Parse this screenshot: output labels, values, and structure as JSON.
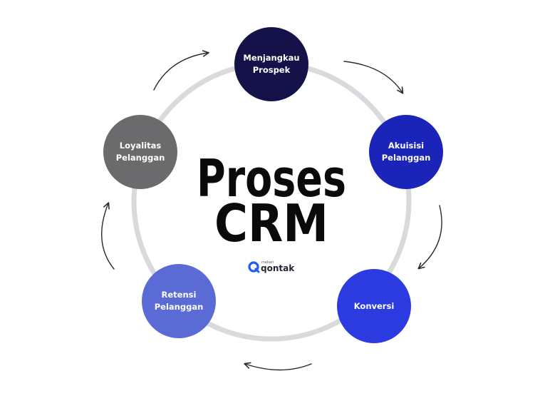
{
  "title": {
    "line1": "Proses",
    "line2": "CRM"
  },
  "brand": {
    "small": "mekari",
    "main": "qontak",
    "icon": "qontak-logo-icon",
    "color": "#1e5ff2"
  },
  "ring_color": "#d9d9de",
  "arrow_color": "#2a2a2a",
  "stages": [
    {
      "id": "menjangkau-prospek",
      "line1": "Menjangkau",
      "line2": "Prospek",
      "color": "#15124a"
    },
    {
      "id": "akuisisi-pelanggan",
      "line1": "Akuisisi",
      "line2": "Pelanggan",
      "color": "#1a24b8"
    },
    {
      "id": "konversi",
      "line1": "Konversi",
      "line2": "",
      "color": "#2c3be0"
    },
    {
      "id": "retensi-pelanggan",
      "line1": "Retensi",
      "line2": "Pelanggan",
      "color": "#5a6bd6"
    },
    {
      "id": "loyalitas-pelanggan",
      "line1": "Loyalitas",
      "line2": "Pelanggan",
      "color": "#6b6b6d"
    }
  ],
  "flow_direction": "clockwise"
}
